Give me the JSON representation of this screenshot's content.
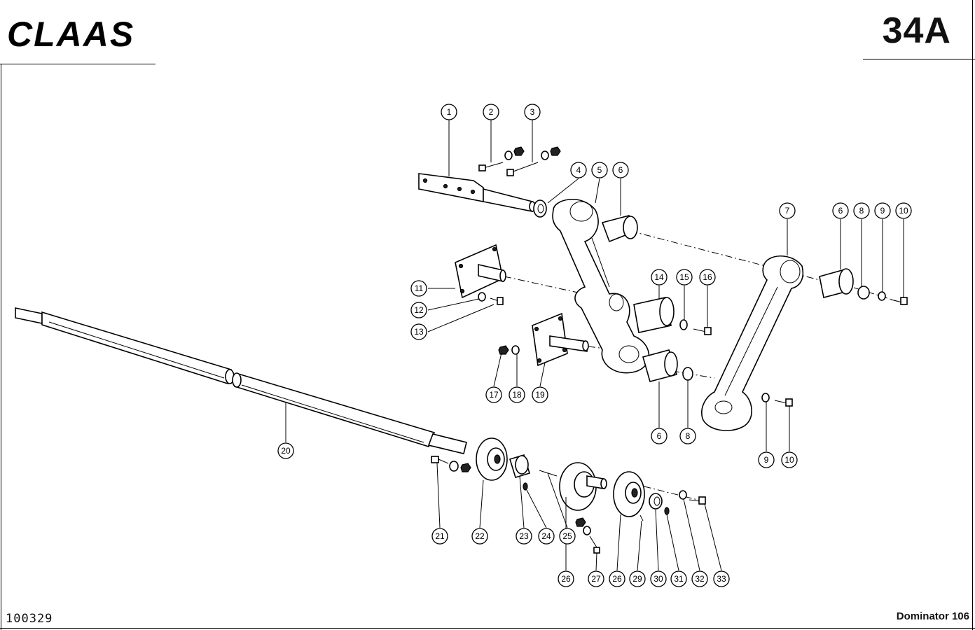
{
  "header": {
    "brand": "CLAAS",
    "page_code": "34A"
  },
  "footer": {
    "document_number": "100329",
    "model": "Dominator 106"
  },
  "callouts": [
    {
      "id": "c1",
      "label": "1"
    },
    {
      "id": "c2",
      "label": "2"
    },
    {
      "id": "c3",
      "label": "3"
    },
    {
      "id": "c4",
      "label": "4"
    },
    {
      "id": "c5",
      "label": "5"
    },
    {
      "id": "c6a",
      "label": "6"
    },
    {
      "id": "c7",
      "label": "7"
    },
    {
      "id": "c6b",
      "label": "6"
    },
    {
      "id": "c8a",
      "label": "8"
    },
    {
      "id": "c9a",
      "label": "9"
    },
    {
      "id": "c10a",
      "label": "10"
    },
    {
      "id": "c11",
      "label": "11"
    },
    {
      "id": "c12",
      "label": "12"
    },
    {
      "id": "c13",
      "label": "13"
    },
    {
      "id": "c14",
      "label": "14"
    },
    {
      "id": "c15",
      "label": "15"
    },
    {
      "id": "c16",
      "label": "16"
    },
    {
      "id": "c17",
      "label": "17"
    },
    {
      "id": "c18",
      "label": "18"
    },
    {
      "id": "c19",
      "label": "19"
    },
    {
      "id": "c6c",
      "label": "6"
    },
    {
      "id": "c8b",
      "label": "8"
    },
    {
      "id": "c9b",
      "label": "9"
    },
    {
      "id": "c10b",
      "label": "10"
    },
    {
      "id": "c20",
      "label": "20"
    },
    {
      "id": "c21",
      "label": "21"
    },
    {
      "id": "c22",
      "label": "22"
    },
    {
      "id": "c23",
      "label": "23"
    },
    {
      "id": "c24",
      "label": "24"
    },
    {
      "id": "c25",
      "label": "25"
    },
    {
      "id": "c26a",
      "label": "26"
    },
    {
      "id": "c27",
      "label": "27"
    },
    {
      "id": "c26b",
      "label": "26"
    },
    {
      "id": "c29",
      "label": "29"
    },
    {
      "id": "c30",
      "label": "30"
    },
    {
      "id": "c31",
      "label": "31"
    },
    {
      "id": "c32",
      "label": "32"
    },
    {
      "id": "c33",
      "label": "33"
    }
  ]
}
